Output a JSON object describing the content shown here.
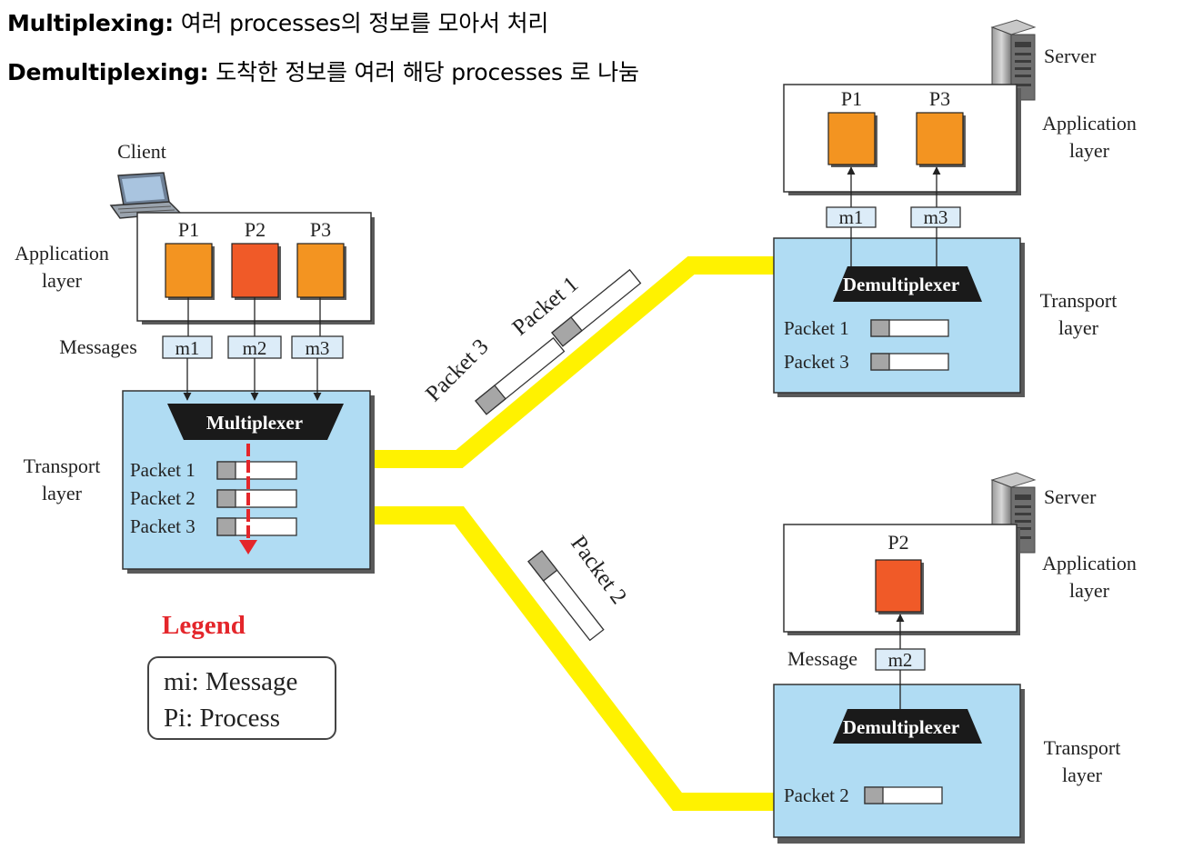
{
  "headings": {
    "line1_term": "Multiplexing:",
    "line1_rest": " 여러 processes의 정보를 모아서 처리",
    "line2_term": "Demultiplexing:",
    "line2_rest": " 도착한 정보를 여러 해당 processes 로 나눔"
  },
  "client": {
    "label": "Client",
    "app_layer_label": "Application\nlayer",
    "transport_layer_label": "Transport\nlayer",
    "messages_label": "Messages",
    "processes": [
      "P1",
      "P2",
      "P3"
    ],
    "messages": [
      "m1",
      "m2",
      "m3"
    ],
    "multiplexer_label": "Multiplexer",
    "packets": [
      "Packet 1",
      "Packet 2",
      "Packet 3"
    ]
  },
  "server_top": {
    "label": "Server",
    "app_layer_label": "Application\nlayer",
    "transport_layer_label": "Transport\nlayer",
    "processes": [
      "P1",
      "P3"
    ],
    "messages": [
      "m1",
      "m3"
    ],
    "demultiplexer_label": "Demultiplexer",
    "packets": [
      "Packet 1",
      "Packet 3"
    ]
  },
  "server_bottom": {
    "label": "Server",
    "app_layer_label": "Application\nlayer",
    "transport_layer_label": "Transport\nlayer",
    "message_label": "Message",
    "processes": [
      "P2"
    ],
    "messages": [
      "m2"
    ],
    "demultiplexer_label": "Demultiplexer",
    "packets": [
      "Packet 2"
    ]
  },
  "in_transit": {
    "packet_3": "Packet 3",
    "packet_1": "Packet 1",
    "packet_2": "Packet 2"
  },
  "legend": {
    "title": "Legend",
    "items": [
      "mi: Message",
      "Pi: Process"
    ]
  },
  "colors": {
    "layer_fill": "#b0dcf3",
    "process_orange": "#f39421",
    "process_red": "#f05a28",
    "message_fill": "#dcecf8",
    "link_yellow": "#fff200",
    "mux_fill": "#1a1a1a",
    "legend_title": "#e4262b",
    "packet_header": "#a6a6a6",
    "mux_arrow": "#e4262b"
  }
}
